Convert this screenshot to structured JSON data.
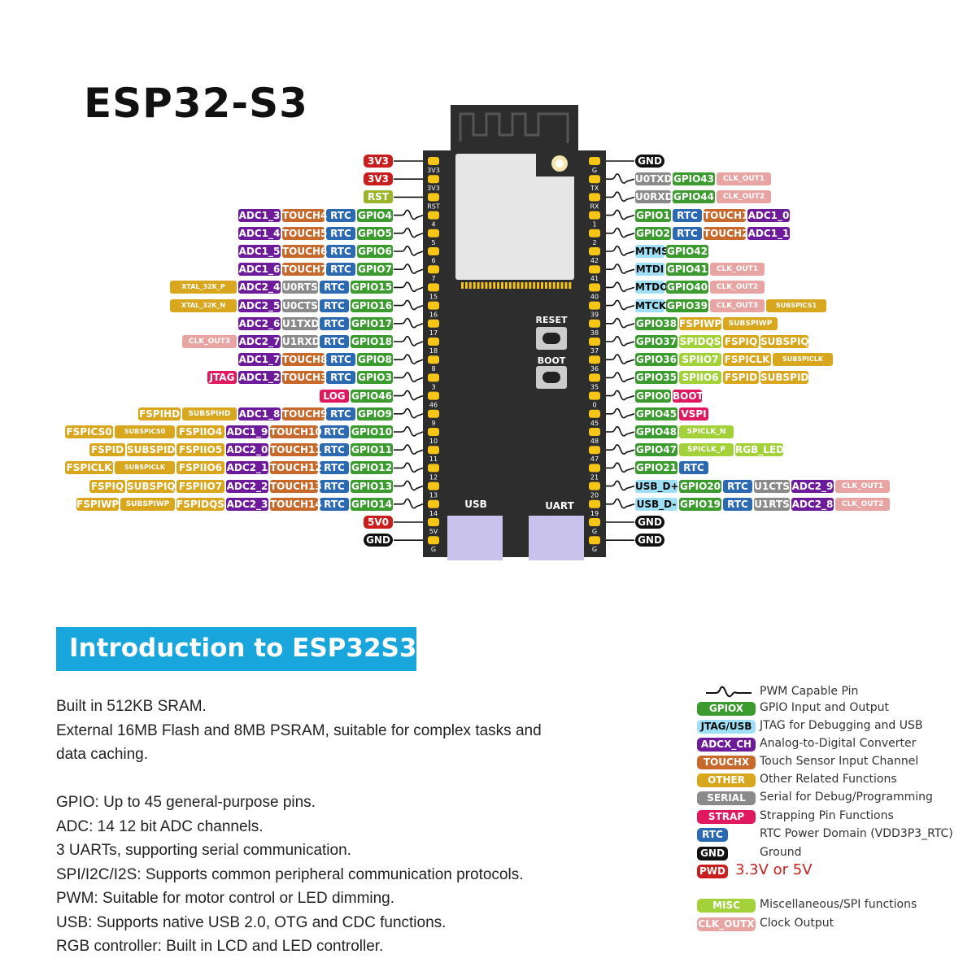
{
  "title": "ESP32-S3",
  "colors": {
    "power": "#c81e1e",
    "ground": "#111111",
    "gpio": "#3b9b2e",
    "rtc": "#2b69b3",
    "adc": "#6e1b9b",
    "touch": "#c6692b",
    "serial": "#8a8a8a",
    "other": "#d9a71e",
    "jtag": "#9edff5",
    "strap": "#e0195e",
    "misc": "#a3d13a",
    "clk": "#e8a3a3",
    "rst": "#9bb52a",
    "board": "#2d2d2d",
    "pin": "#f5c518"
  },
  "board": {
    "usb_label": "USB",
    "uart_label": "UART",
    "reset_label": "RESET",
    "boot_label": "BOOT",
    "left_pin_numbers": [
      "3V3",
      "3V3",
      "RST",
      "4",
      "5",
      "6",
      "7",
      "15",
      "16",
      "17",
      "18",
      "8",
      "3",
      "46",
      "9",
      "10",
      "11",
      "12",
      "13",
      "14",
      "5V",
      "G"
    ],
    "right_pin_numbers": [
      "G",
      "TX",
      "RX",
      "1",
      "2",
      "42",
      "41",
      "40",
      "39",
      "38",
      "37",
      "36",
      "35",
      "0",
      "45",
      "48",
      "47",
      "21",
      "20",
      "19",
      "G",
      "G"
    ]
  },
  "pins": {
    "left": [
      [
        {
          "t": "3V3",
          "k": "power"
        }
      ],
      [
        {
          "t": "3V3",
          "k": "power"
        }
      ],
      [
        {
          "t": "RST",
          "k": "rst"
        }
      ],
      [
        {
          "t": "ADC1_3",
          "k": "adc"
        },
        {
          "t": "TOUCH4",
          "k": "touch"
        },
        {
          "t": "RTC",
          "k": "rtc"
        },
        {
          "t": "GPIO4",
          "k": "gpio"
        }
      ],
      [
        {
          "t": "ADC1_4",
          "k": "adc"
        },
        {
          "t": "TOUCH5",
          "k": "touch"
        },
        {
          "t": "RTC",
          "k": "rtc"
        },
        {
          "t": "GPIO5",
          "k": "gpio"
        }
      ],
      [
        {
          "t": "ADC1_5",
          "k": "adc"
        },
        {
          "t": "TOUCH6",
          "k": "touch"
        },
        {
          "t": "RTC",
          "k": "rtc"
        },
        {
          "t": "GPIO6",
          "k": "gpio"
        }
      ],
      [
        {
          "t": "ADC1_6",
          "k": "adc"
        },
        {
          "t": "TOUCH7",
          "k": "touch"
        },
        {
          "t": "RTC",
          "k": "rtc"
        },
        {
          "t": "GPIO7",
          "k": "gpio"
        }
      ],
      [
        {
          "t": "XTAL_32K_P",
          "k": "other"
        },
        {
          "t": "ADC2_4",
          "k": "adc"
        },
        {
          "t": "U0RTS",
          "k": "serial"
        },
        {
          "t": "RTC",
          "k": "rtc"
        },
        {
          "t": "GPIO15",
          "k": "gpio"
        }
      ],
      [
        {
          "t": "XTAL_32K_N",
          "k": "other"
        },
        {
          "t": "ADC2_5",
          "k": "adc"
        },
        {
          "t": "U0CTS",
          "k": "serial"
        },
        {
          "t": "RTC",
          "k": "rtc"
        },
        {
          "t": "GPIO16",
          "k": "gpio"
        }
      ],
      [
        {
          "t": "ADC2_6",
          "k": "adc"
        },
        {
          "t": "U1TXD",
          "k": "serial"
        },
        {
          "t": "RTC",
          "k": "rtc"
        },
        {
          "t": "GPIO17",
          "k": "gpio"
        }
      ],
      [
        {
          "t": "CLK_OUT3",
          "k": "clk"
        },
        {
          "t": "ADC2_7",
          "k": "adc"
        },
        {
          "t": "U1RXD",
          "k": "serial"
        },
        {
          "t": "RTC",
          "k": "rtc"
        },
        {
          "t": "GPIO18",
          "k": "gpio"
        }
      ],
      [
        {
          "t": "ADC1_7",
          "k": "adc"
        },
        {
          "t": "TOUCH8",
          "k": "touch"
        },
        {
          "t": "RTC",
          "k": "rtc"
        },
        {
          "t": "GPIO8",
          "k": "gpio"
        }
      ],
      [
        {
          "t": "JTAG",
          "k": "strap"
        },
        {
          "t": "ADC1_2",
          "k": "adc"
        },
        {
          "t": "TOUCH3",
          "k": "touch"
        },
        {
          "t": "RTC",
          "k": "rtc"
        },
        {
          "t": "GPIO3",
          "k": "gpio"
        }
      ],
      [
        {
          "t": "LOG",
          "k": "strap"
        },
        {
          "t": "GPIO46",
          "k": "gpio"
        }
      ],
      [
        {
          "t": "FSPIHD",
          "k": "other"
        },
        {
          "t": "SUBSPIHD",
          "k": "other"
        },
        {
          "t": "ADC1_8",
          "k": "adc"
        },
        {
          "t": "TOUCH9",
          "k": "touch"
        },
        {
          "t": "RTC",
          "k": "rtc"
        },
        {
          "t": "GPIO9",
          "k": "gpio"
        }
      ],
      [
        {
          "t": "FSPICS0",
          "k": "other"
        },
        {
          "t": "SUBSPICS0",
          "k": "other"
        },
        {
          "t": "FSPIIO4",
          "k": "other"
        },
        {
          "t": "ADC1_9",
          "k": "adc"
        },
        {
          "t": "TOUCH10",
          "k": "touch"
        },
        {
          "t": "RTC",
          "k": "rtc"
        },
        {
          "t": "GPIO10",
          "k": "gpio"
        }
      ],
      [
        {
          "t": "FSPID",
          "k": "other"
        },
        {
          "t": "SUBSPID",
          "k": "other"
        },
        {
          "t": "FSPIIO5",
          "k": "other"
        },
        {
          "t": "ADC2_0",
          "k": "adc"
        },
        {
          "t": "TOUCH11",
          "k": "touch"
        },
        {
          "t": "RTC",
          "k": "rtc"
        },
        {
          "t": "GPIO11",
          "k": "gpio"
        }
      ],
      [
        {
          "t": "FSPICLK",
          "k": "other"
        },
        {
          "t": "SUBSPICLK",
          "k": "other"
        },
        {
          "t": "FSPIIO6",
          "k": "other"
        },
        {
          "t": "ADC2_1",
          "k": "adc"
        },
        {
          "t": "TOUCH12",
          "k": "touch"
        },
        {
          "t": "RTC",
          "k": "rtc"
        },
        {
          "t": "GPIO12",
          "k": "gpio"
        }
      ],
      [
        {
          "t": "FSPIQ",
          "k": "other"
        },
        {
          "t": "SUBSPIQ",
          "k": "other"
        },
        {
          "t": "FSPIIO7",
          "k": "other"
        },
        {
          "t": "ADC2_2",
          "k": "adc"
        },
        {
          "t": "TOUCH13",
          "k": "touch"
        },
        {
          "t": "RTC",
          "k": "rtc"
        },
        {
          "t": "GPIO13",
          "k": "gpio"
        }
      ],
      [
        {
          "t": "FSPIWP",
          "k": "other"
        },
        {
          "t": "SUBSPIWP",
          "k": "other"
        },
        {
          "t": "FSPIDQS",
          "k": "other"
        },
        {
          "t": "ADC2_3",
          "k": "adc"
        },
        {
          "t": "TOUCH14",
          "k": "touch"
        },
        {
          "t": "RTC",
          "k": "rtc"
        },
        {
          "t": "GPIO14",
          "k": "gpio"
        }
      ],
      [
        {
          "t": "5V0",
          "k": "power"
        }
      ],
      [
        {
          "t": "GND",
          "k": "ground"
        }
      ]
    ],
    "right": [
      [
        {
          "t": "GND",
          "k": "ground"
        }
      ],
      [
        {
          "t": "U0TXD",
          "k": "serial"
        },
        {
          "t": "GPIO43",
          "k": "gpio"
        },
        {
          "t": "CLK_OUT1",
          "k": "clk"
        }
      ],
      [
        {
          "t": "U0RXD",
          "k": "serial"
        },
        {
          "t": "GPIO44",
          "k": "gpio"
        },
        {
          "t": "CLK_OUT2",
          "k": "clk"
        }
      ],
      [
        {
          "t": "GPIO1",
          "k": "gpio"
        },
        {
          "t": "RTC",
          "k": "rtc"
        },
        {
          "t": "TOUCH1",
          "k": "touch"
        },
        {
          "t": "ADC1_0",
          "k": "adc"
        }
      ],
      [
        {
          "t": "GPIO2",
          "k": "gpio"
        },
        {
          "t": "RTC",
          "k": "rtc"
        },
        {
          "t": "TOUCH2",
          "k": "touch"
        },
        {
          "t": "ADC1_1",
          "k": "adc"
        }
      ],
      [
        {
          "t": "MTMS",
          "k": "jtag"
        },
        {
          "t": "GPIO42",
          "k": "gpio"
        }
      ],
      [
        {
          "t": "MTDI",
          "k": "jtag"
        },
        {
          "t": "GPIO41",
          "k": "gpio"
        },
        {
          "t": "CLK_OUT1",
          "k": "clk"
        }
      ],
      [
        {
          "t": "MTDO",
          "k": "jtag"
        },
        {
          "t": "GPIO40",
          "k": "gpio"
        },
        {
          "t": "CLK_OUT2",
          "k": "clk"
        }
      ],
      [
        {
          "t": "MTCK",
          "k": "jtag"
        },
        {
          "t": "GPIO39",
          "k": "gpio"
        },
        {
          "t": "CLK_OUT3",
          "k": "clk"
        },
        {
          "t": "SUBSPICS1",
          "k": "other"
        }
      ],
      [
        {
          "t": "GPIO38",
          "k": "gpio"
        },
        {
          "t": "FSPIWP",
          "k": "other"
        },
        {
          "t": "SUBSPIWP",
          "k": "other"
        }
      ],
      [
        {
          "t": "GPIO37",
          "k": "gpio"
        },
        {
          "t": "SPIDQS",
          "k": "misc"
        },
        {
          "t": "FSPIQ",
          "k": "other"
        },
        {
          "t": "SUBSPIQ",
          "k": "other"
        }
      ],
      [
        {
          "t": "GPIO36",
          "k": "gpio"
        },
        {
          "t": "SPIIO7",
          "k": "misc"
        },
        {
          "t": "FSPICLK",
          "k": "other"
        },
        {
          "t": "SUBSPICLK",
          "k": "other"
        }
      ],
      [
        {
          "t": "GPIO35",
          "k": "gpio"
        },
        {
          "t": "SPIIO6",
          "k": "misc"
        },
        {
          "t": "FSPID",
          "k": "other"
        },
        {
          "t": "SUBSPID",
          "k": "other"
        }
      ],
      [
        {
          "t": "GPIO0",
          "k": "gpio"
        },
        {
          "t": "BOOT",
          "k": "strap"
        }
      ],
      [
        {
          "t": "GPIO45",
          "k": "gpio"
        },
        {
          "t": "VSPI",
          "k": "strap"
        }
      ],
      [
        {
          "t": "GPIO48",
          "k": "gpio"
        },
        {
          "t": "SPICLK_N",
          "k": "misc"
        }
      ],
      [
        {
          "t": "GPIO47",
          "k": "gpio"
        },
        {
          "t": "SPICLK_P",
          "k": "misc"
        },
        {
          "t": "RGB_LED",
          "k": "misc"
        }
      ],
      [
        {
          "t": "GPIO21",
          "k": "gpio"
        },
        {
          "t": "RTC",
          "k": "rtc"
        }
      ],
      [
        {
          "t": "USB_D+",
          "k": "jtag"
        },
        {
          "t": "GPIO20",
          "k": "gpio"
        },
        {
          "t": "RTC",
          "k": "rtc"
        },
        {
          "t": "U1CTS",
          "k": "serial"
        },
        {
          "t": "ADC2_9",
          "k": "adc"
        },
        {
          "t": "CLK_OUT1",
          "k": "clk"
        }
      ],
      [
        {
          "t": "USB_D-",
          "k": "jtag"
        },
        {
          "t": "GPIO19",
          "k": "gpio"
        },
        {
          "t": "RTC",
          "k": "rtc"
        },
        {
          "t": "U1RTS",
          "k": "serial"
        },
        {
          "t": "ADC2_8",
          "k": "adc"
        },
        {
          "t": "CLK_OUT2",
          "k": "clk"
        }
      ],
      [
        {
          "t": "GND",
          "k": "ground"
        }
      ],
      [
        {
          "t": "GND",
          "k": "ground"
        }
      ]
    ],
    "pwm_left_rows": [
      3,
      4,
      5,
      6,
      7,
      8,
      9,
      10,
      11,
      12,
      13,
      14,
      15,
      16,
      17,
      18,
      19
    ],
    "pwm_right_rows": [
      1,
      2,
      3,
      4,
      5,
      6,
      7,
      8,
      9,
      10,
      11,
      12,
      13,
      14,
      15,
      16,
      17,
      18,
      19
    ]
  },
  "intro": {
    "title": "Introduction to ESP32S3",
    "lines": [
      "Built in 512KB SRAM.",
      "External 16MB Flash and 8MB PSRAM, suitable for complex tasks and",
      "data caching.",
      "GPIO: Up to 45 general-purpose pins.",
      "ADC: 14 12 bit ADC channels.",
      "3 UARTs, supporting serial communication.",
      "SPI/I2C/I2S: Supports common peripheral communication protocols.",
      "PWM: Suitable for motor control or LED dimming.",
      "USB: Supports native USB 2.0, OTG and CDC functions.",
      "RGB controller: Built in LCD and LED controller."
    ]
  },
  "legend": {
    "pwm": "PWM Capable Pin",
    "items": [
      {
        "chip": "GPIOX",
        "k": "gpio",
        "text": "GPIO Input and Output"
      },
      {
        "chip": "JTAG/USB",
        "k": "jtag",
        "text": "JTAG for Debugging and USB"
      },
      {
        "chip": "ADCX_CH",
        "k": "adc",
        "text": "Analog-to-Digital Converter"
      },
      {
        "chip": "TOUCHX",
        "k": "touch",
        "text": "Touch Sensor Input Channel"
      },
      {
        "chip": "OTHER",
        "k": "other",
        "text": "Other Related Functions"
      },
      {
        "chip": "SERIAL",
        "k": "serial",
        "text": "Serial for Debug/Programming"
      },
      {
        "chip": "STRAP",
        "k": "strap",
        "text": "Strapping Pin Functions"
      },
      {
        "chip": "RTC",
        "k": "rtc",
        "text": "RTC Power Domain (VDD3P3_RTC)"
      },
      {
        "chip": "GND",
        "k": "ground",
        "text": "Ground"
      },
      {
        "chip": "PWD",
        "k": "power",
        "text": "3.3V or 5V"
      },
      {
        "chip": "MISC",
        "k": "misc",
        "text": "Miscellaneous/SPI functions"
      },
      {
        "chip": "CLK_OUTX",
        "k": "clk",
        "text": "Clock Output"
      }
    ]
  }
}
